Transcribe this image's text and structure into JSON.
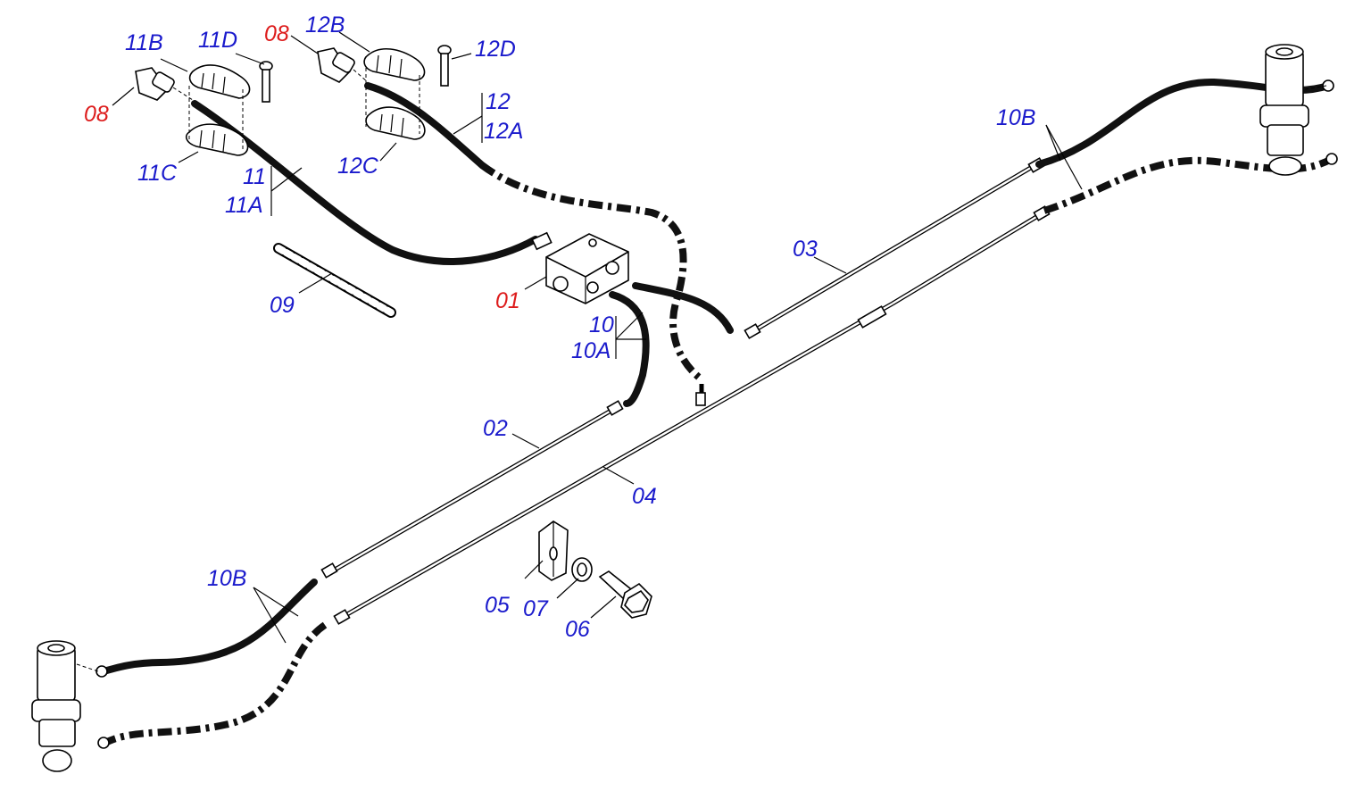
{
  "colors": {
    "label_blue": "#1a1acc",
    "label_red": "#dd1c1c",
    "line": "#000000",
    "background": "#ffffff"
  },
  "labels": {
    "l_01": "01",
    "l_02": "02",
    "l_03": "03",
    "l_04": "04",
    "l_05": "05",
    "l_06": "06",
    "l_07": "07",
    "l_08a": "08",
    "l_08b": "08",
    "l_09": "09",
    "l_10": "10",
    "l_10a": "10A",
    "l_10b_right": "10B",
    "l_10b_left": "10B",
    "l_11": "11",
    "l_11a": "11A",
    "l_11b": "11B",
    "l_11c": "11C",
    "l_11d": "11D",
    "l_12": "12",
    "l_12a": "12A",
    "l_12b": "12B",
    "l_12c": "12C",
    "l_12d": "12D"
  },
  "label_colors": {
    "01": "red",
    "08": "red",
    "others": "blue"
  }
}
